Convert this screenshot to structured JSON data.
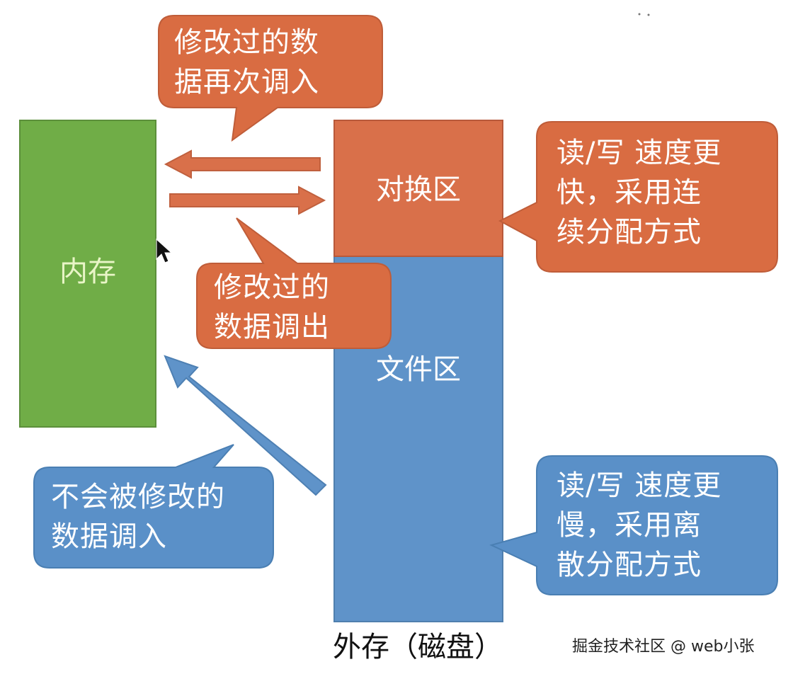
{
  "boxes": {
    "memory": "内存",
    "swap": "对换区",
    "file": "文件区"
  },
  "callouts": {
    "swap_in": "修改过的数\n据再次调入",
    "swap_out": "修改过的\n数据调出",
    "file_in": "不会被修改的\n数据调入",
    "swap_speed": "读/写 速度更\n快，采用连\n续分配方式",
    "file_speed": "读/写 速度更\n慢，采用离\n散分配方式"
  },
  "caption": "外存（磁盘）",
  "watermark": "掘金技术社区 @ web小张",
  "colors": {
    "memory": "#70ad47",
    "swap": "#d9704a",
    "file": "#5f93c9",
    "orange_callout": "#d96c42",
    "blue_callout": "#5a90c8"
  }
}
